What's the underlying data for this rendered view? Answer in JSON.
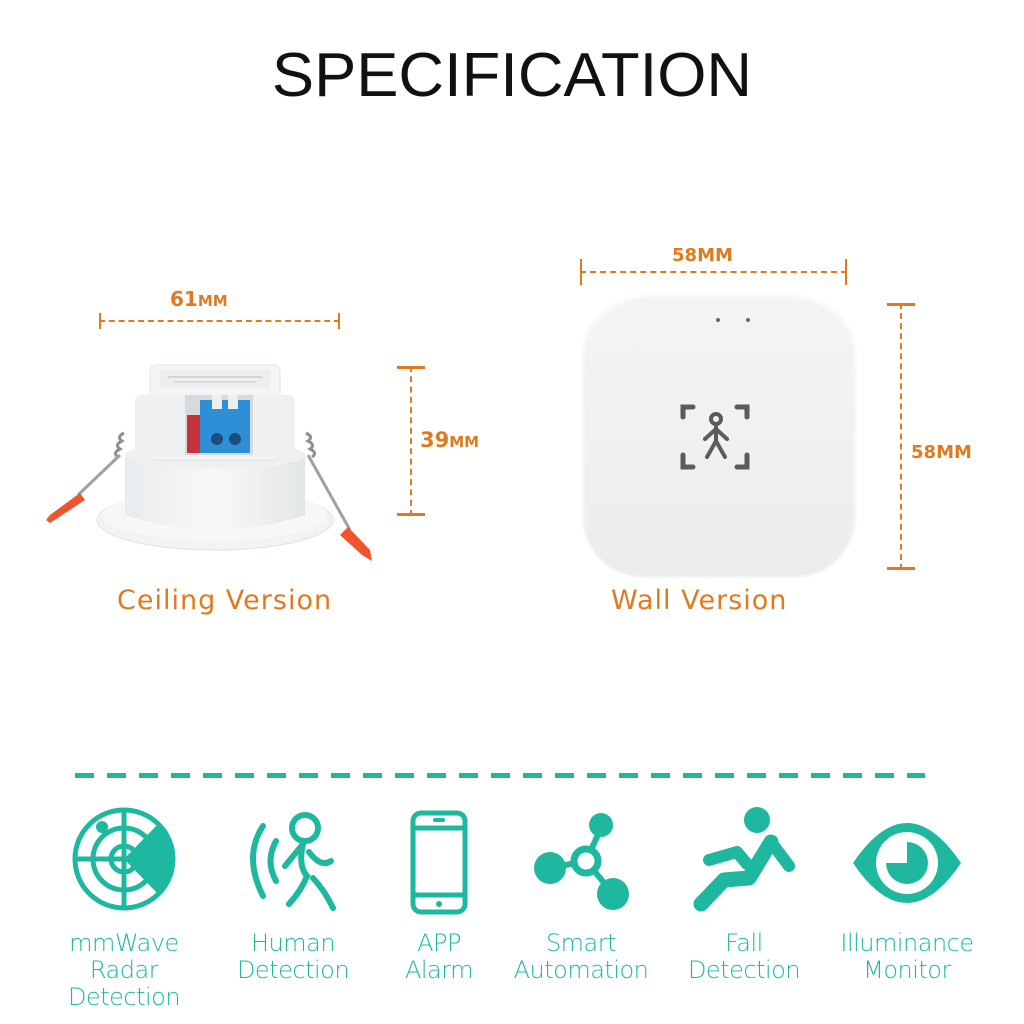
{
  "header": {
    "title": "SPECIFICATION"
  },
  "colors": {
    "dimension_orange": "#e07a1f",
    "feature_teal": "#1db89f",
    "title_black": "#111111"
  },
  "products": [
    {
      "name": "Ceiling Version",
      "width": {
        "value": "61",
        "unit": "MM"
      },
      "height": {
        "value": "39",
        "unit": "MM"
      }
    },
    {
      "name": "Wall Version",
      "width": {
        "value": "58",
        "unit": "MM"
      },
      "height": {
        "value": "58",
        "unit": "MM"
      },
      "center_icon": "person-scan-icon"
    }
  ],
  "features": [
    {
      "icon": "radar-icon",
      "line1": "mmWave Radar",
      "line2": "Detection"
    },
    {
      "icon": "human-motion-icon",
      "line1": "Human",
      "line2": "Detection"
    },
    {
      "icon": "smartphone-icon",
      "line1": "APP",
      "line2": "Alarm"
    },
    {
      "icon": "network-nodes-icon",
      "line1": "Smart",
      "line2": "Automation"
    },
    {
      "icon": "falling-person-icon",
      "line1": "Fall",
      "line2": "Detection"
    },
    {
      "icon": "eye-icon",
      "line1": "Illuminance",
      "line2": "Monitor"
    }
  ]
}
